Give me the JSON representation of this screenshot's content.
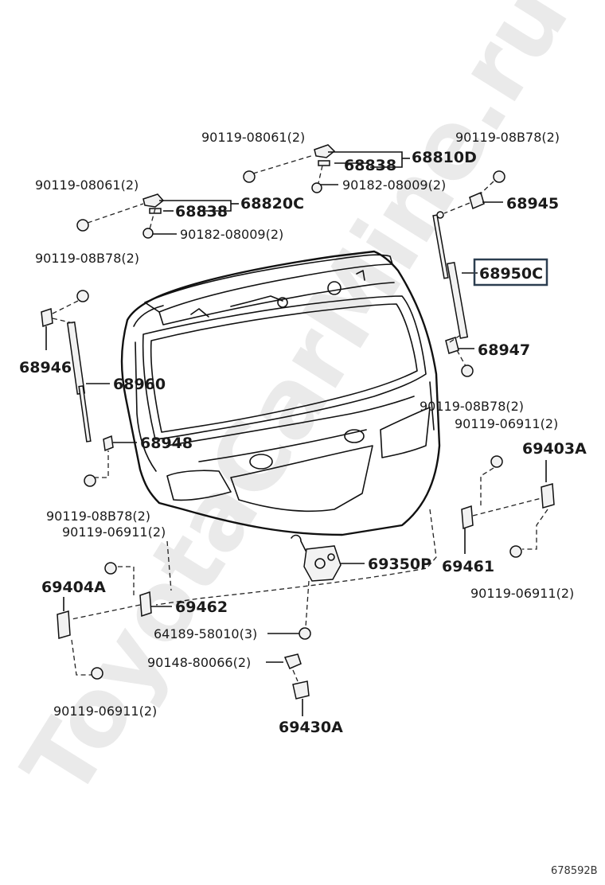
{
  "watermark": "ToyotaCarMine.ru",
  "diagram_ref": "678592B",
  "highlighted_part": "68950C",
  "labels": {
    "bolt_top_center": "90119-08061(2)",
    "bolt_top_left": "90119-08061(2)",
    "bolt_top_right": "90119-08B78(2)",
    "hinge_right": "68810D",
    "pad_right": "68838",
    "cap_right": "90182-08009(2)",
    "hinge_left": "68820C",
    "pad_left": "68838",
    "cap_left": "90182-08009(2)",
    "bracket_upper_right": "68945",
    "bolt_left_upper": "90119-08B78(2)",
    "strut_right": "68950C",
    "bracket_upper_left": "68946",
    "bracket_lower_right": "68947",
    "strut_left": "68960",
    "bolt_right_lower": "90119-08B78(2)",
    "bolt_right_mid": "90119-06911(2)",
    "bracket_lower_left": "68948",
    "stop_right": "69403A",
    "bolt_left_lower": "90119-08B78(2)",
    "bolt_left_mid": "90119-06911(2)",
    "lock": "69350P",
    "striker_right": "69461",
    "stop_left": "69404A",
    "striker_left": "69462",
    "bolt_right_bottom": "90119-06911(2)",
    "lock_screw": "64189-58010(3)",
    "screw": "90148-80066(2)",
    "bolt_left_bottom": "90119-06911(2)",
    "handle": "69430A"
  }
}
